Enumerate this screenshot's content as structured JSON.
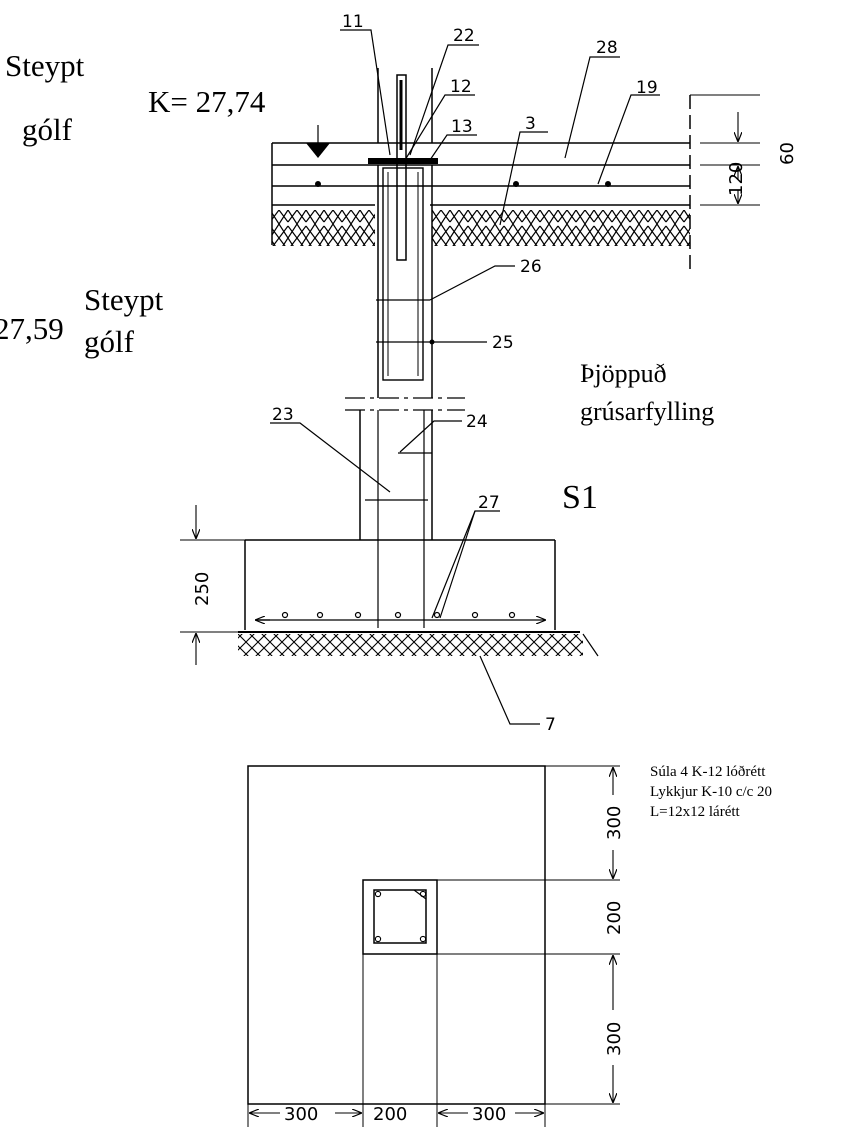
{
  "texts": {
    "floor_upper_line1": "Steypt",
    "floor_upper_line2": "gólf",
    "level_upper": "K= 27,74",
    "level_lower": "27,59",
    "floor_lower_line1": "Steypt",
    "floor_lower_line2": "gólf",
    "fill_line1": "Þjöppuð",
    "fill_line2": "grúsarfylling",
    "section_label": "S1"
  },
  "callouts": [
    "11",
    "22",
    "28",
    "19",
    "12",
    "13",
    "3",
    "26",
    "25",
    "24",
    "23",
    "27",
    "7"
  ],
  "dimensions": {
    "slab_top": "60",
    "slab": "120",
    "footing_height": "250",
    "plan_right_top": "300",
    "plan_right_mid": "200",
    "plan_right_bottom": "300",
    "plan_bottom_left": "300",
    "plan_bottom_mid": "200",
    "plan_bottom_right": "300"
  },
  "notes": {
    "line1": "Súla 4 K-12 lóðrétt",
    "line2": "Lykkjur K-10 c/c 20",
    "line3": "L=12x12 lárétt"
  }
}
